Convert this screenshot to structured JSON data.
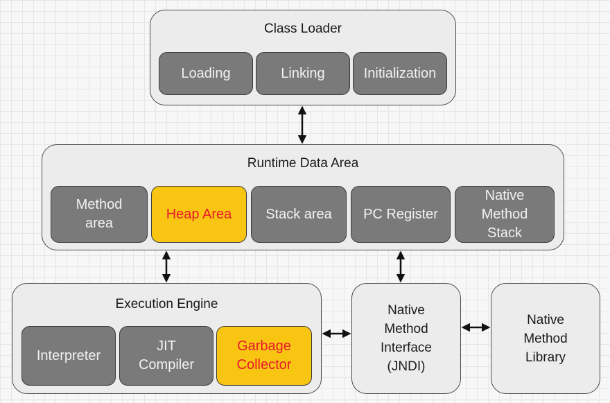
{
  "class_loader": {
    "title": "Class Loader",
    "items": [
      "Loading",
      "Linking",
      "Initialization"
    ]
  },
  "runtime_data_area": {
    "title": "Runtime Data Area",
    "items": [
      "Method\narea",
      "Heap Area",
      "Stack area",
      "PC Register",
      "Native\nMethod\nStack"
    ]
  },
  "execution_engine": {
    "title": "Execution Engine",
    "items": [
      "Interpreter",
      "JIT\nCompiler",
      "Garbage\nCollector"
    ]
  },
  "native_method_interface": {
    "label": "Native\nMethod\nInterface\n(JNDI)"
  },
  "native_method_library": {
    "label": "Native\nMethod\nLibrary"
  },
  "colors": {
    "highlight_fill": "#f9c513",
    "highlight_text": "#e8192c",
    "box_fill": "#7a7a7a",
    "group_fill": "#ececec"
  }
}
